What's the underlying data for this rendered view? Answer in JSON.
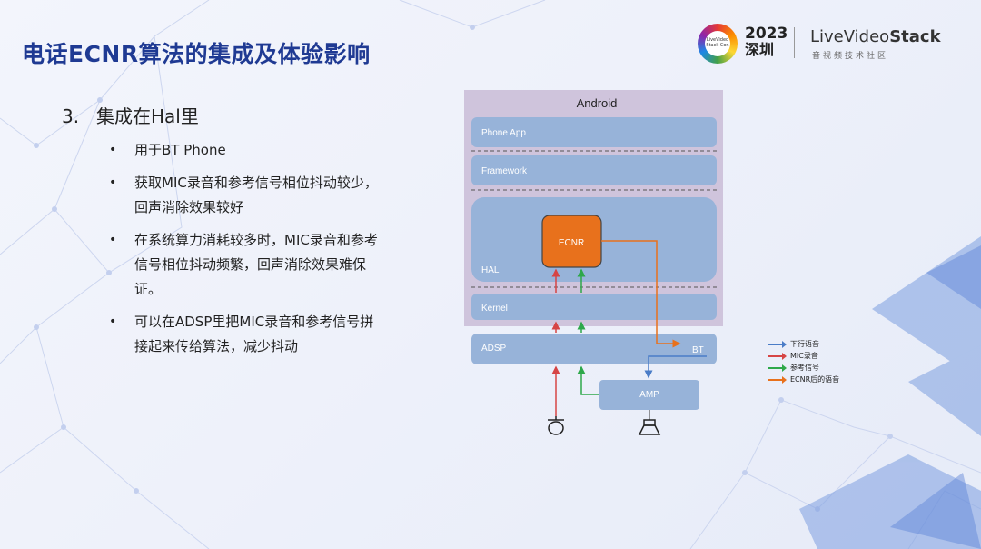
{
  "slide": {
    "title": "电话ECNR算法的集成及体验影响",
    "section_number": "3.",
    "section_title": "集成在Hal里",
    "bullets": [
      "用于BT Phone",
      "获取MIC录音和参考信号相位抖动较少，回声消除效果较好",
      "在系统算力消耗较多时，MIC录音和参考信号相位抖动频繁，回声消除效果难保证。",
      "可以在ADSP里把MIC录音和参考信号拼接起来传给算法，减少抖动"
    ],
    "bullet_icon": "•"
  },
  "logo": {
    "badge_text": "LiveVideo Stack Con",
    "year": "2023",
    "city": "深圳",
    "brand_prefix": "Live",
    "brand_mid": "Video",
    "brand_suffix": "Stack",
    "subtitle": "音视频技术社区"
  },
  "diagram": {
    "android": "Android",
    "phone_app": "Phone App",
    "framework": "Framework",
    "hal": "HAL",
    "ecnr": "ECNR",
    "kernel": "Kernel",
    "adsp": "ADSP",
    "bt": "BT",
    "amp": "AMP",
    "mic_icon": "microphone-icon",
    "speaker_icon": "speaker-icon"
  },
  "legend": {
    "items": [
      {
        "label": "下行语音",
        "color": "#4a7cc7"
      },
      {
        "label": "MIC录音",
        "color": "#d64545"
      },
      {
        "label": "参考信号",
        "color": "#2ea84a"
      },
      {
        "label": "ECNR后的语音",
        "color": "#e8711c"
      }
    ]
  },
  "colors": {
    "title": "#1f3a93",
    "android_bg": "#cfc4dc",
    "box_bg": "#97b3d9",
    "ecnr_bg": "#e8711c"
  }
}
